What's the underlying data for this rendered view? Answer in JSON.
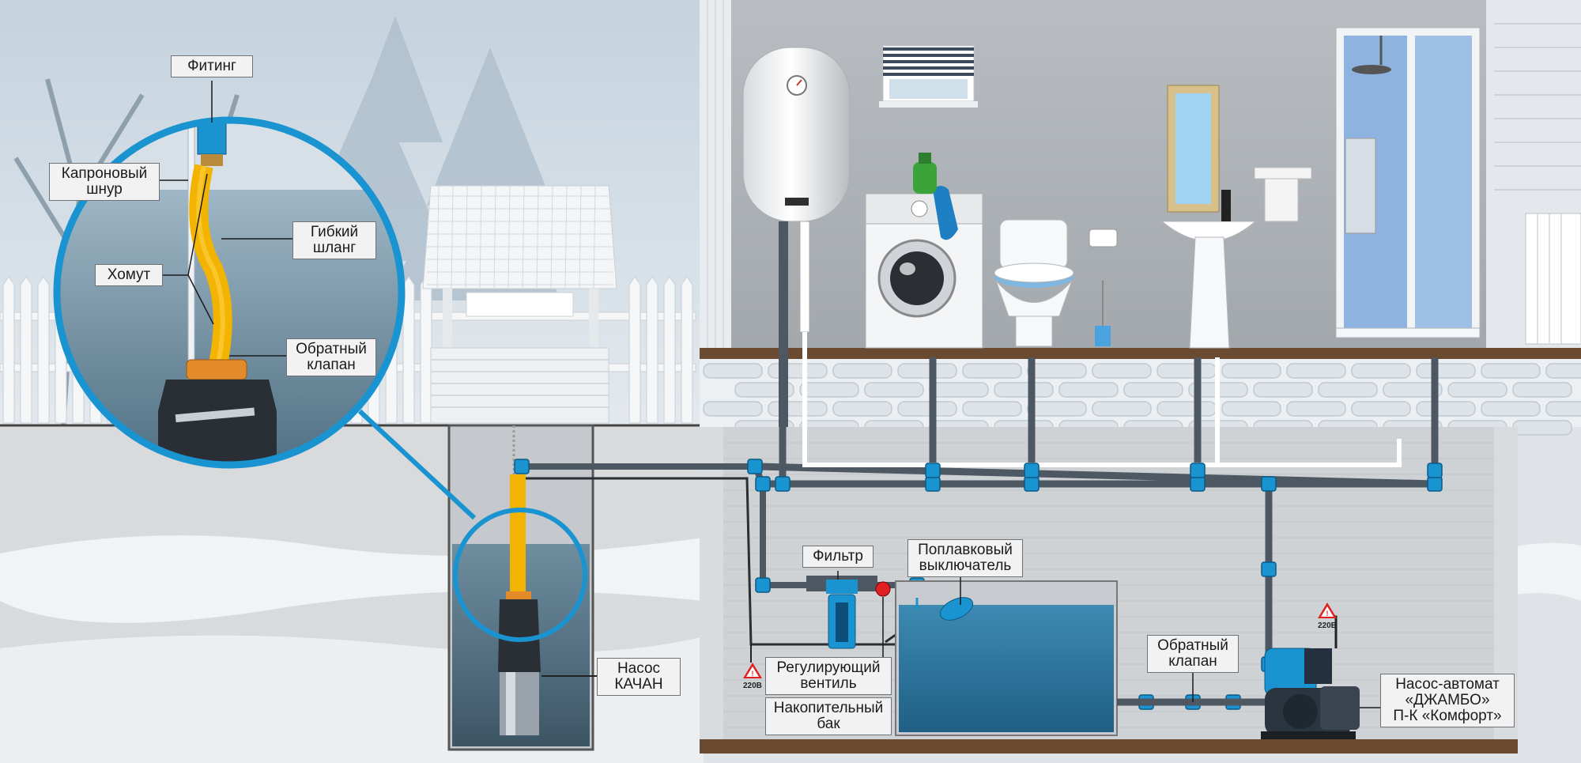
{
  "labels": {
    "fitting": "Фитинг",
    "nylon_cord_1": "Капроновый",
    "nylon_cord_2": "шнур",
    "flex_hose_1": "Гибкий",
    "flex_hose_2": "шланг",
    "clamp": "Хомут",
    "check_valve_top_1": "Обратный",
    "check_valve_top_2": "клапан",
    "filter": "Фильтр",
    "float_switch_1": "Поплавковый",
    "float_switch_2": "выключатель",
    "pump_kachan_1": "Насос",
    "pump_kachan_2": "КАЧАН",
    "reg_valve_1": "Регулирующий",
    "reg_valve_2": "вентиль",
    "storage_tank_1": "Накопительный",
    "storage_tank_2": "бак",
    "check_valve_bottom_1": "Обратный",
    "check_valve_bottom_2": "клапан",
    "auto_pump_1": "Насос-автомат",
    "auto_pump_2": "«ДЖАМБО»",
    "auto_pump_3": "П-К «Комфорт»"
  },
  "voltage_left": "220В",
  "voltage_right": "220В",
  "colors": {
    "accent_blue": "#1a93d1",
    "pipe": "#4d5863",
    "hose": "#f2b400",
    "water": "#3d8ab2",
    "floor": "#6b4a32",
    "warning": "#e02020"
  }
}
